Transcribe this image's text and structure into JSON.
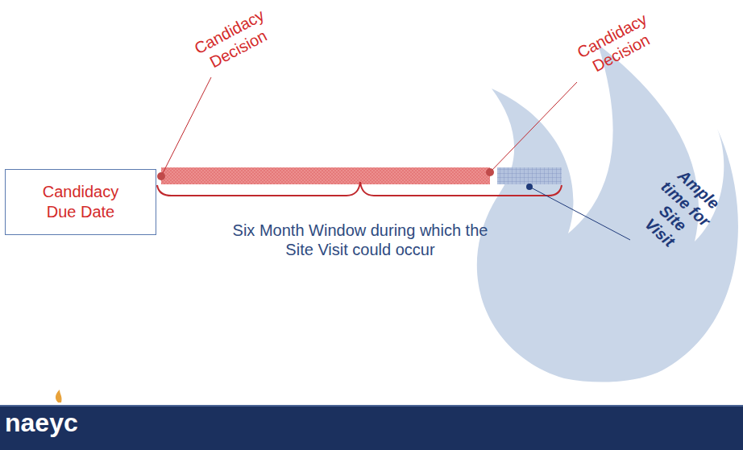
{
  "diagram": {
    "nodes": [
      {
        "text": [
          "Candidacy Due Date"
        ]
      }
    ],
    "labels": [
      "Candidacy Decision",
      "Candidacy Decision",
      "Six Month Window during which the Site Visit could occur",
      "Ample time for Site Visit",
      "naeyc"
    ]
  }
}
